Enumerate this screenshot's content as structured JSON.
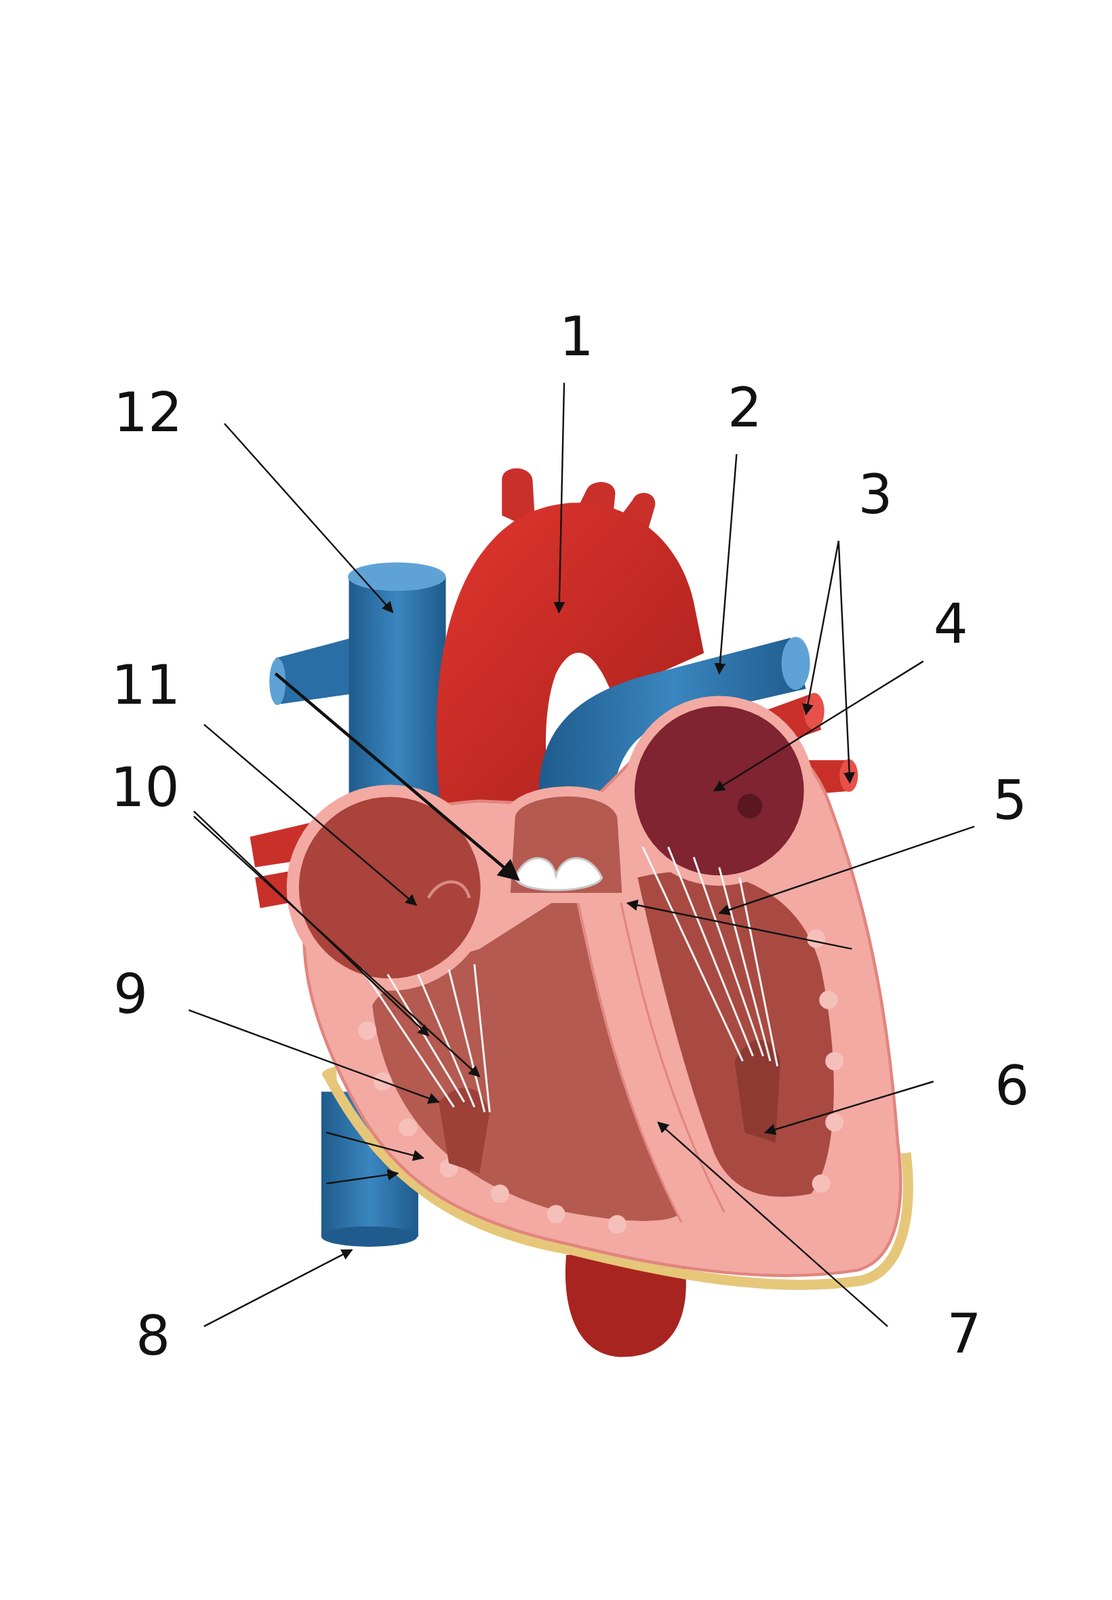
{
  "diagram": {
    "labels": [
      "1",
      "2",
      "12",
      "3",
      "4",
      "11",
      "10",
      "5",
      "9",
      "6",
      "8",
      "7"
    ]
  }
}
